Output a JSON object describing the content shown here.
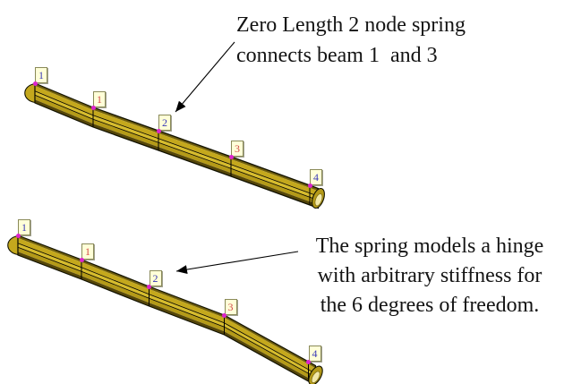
{
  "annotations": {
    "top": {
      "lines": [
        "Zero Length 2 node spring",
        "connects beam 1  and 3"
      ]
    },
    "bottom": {
      "lines": [
        "The spring models a hinge",
        "with arbitrary stiffness for",
        "the 6 degrees of freedom."
      ]
    }
  },
  "beams": {
    "top": {
      "labels": [
        {
          "text": "1",
          "type": "node"
        },
        {
          "text": "1",
          "type": "element"
        },
        {
          "text": "2",
          "type": "node"
        },
        {
          "text": "3",
          "type": "element"
        },
        {
          "text": "4",
          "type": "node"
        }
      ]
    },
    "bottom": {
      "labels": [
        {
          "text": "1",
          "type": "node"
        },
        {
          "text": "1",
          "type": "element"
        },
        {
          "text": "2",
          "type": "node"
        },
        {
          "text": "3",
          "type": "element"
        },
        {
          "text": "4",
          "type": "node"
        }
      ]
    }
  },
  "colors": {
    "node_label": "#3a3ab8",
    "element_label": "#d24a4a",
    "label_box_bg": "#ffffd8",
    "label_box_border": "#8a8a58",
    "node_dot": "#dd22cc",
    "beam_dark_top": "#6f5e0c",
    "beam_gold": "#c4a81d",
    "beam_highlight": "#d6bc2e",
    "beam_gold2": "#b49a18",
    "beam_dark_bottom": "#554608",
    "beam_outline": "#111100",
    "tube_inner": "#f2e8a8",
    "arrow": "#000000",
    "text": "#141414"
  }
}
